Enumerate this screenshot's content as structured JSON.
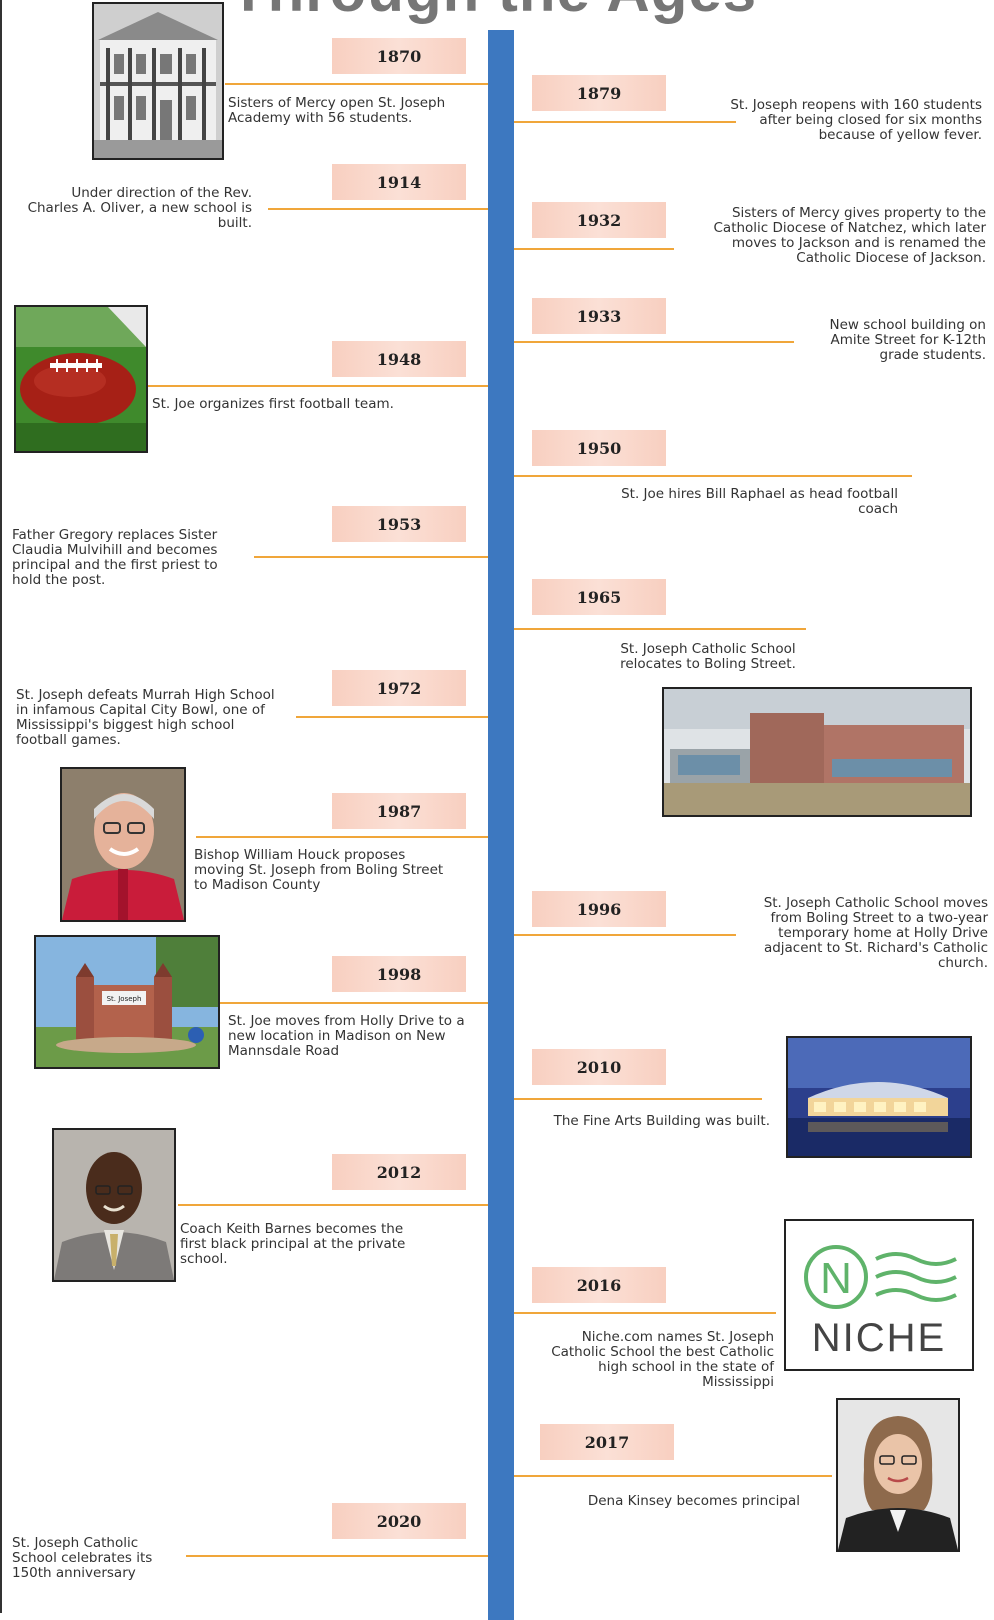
{
  "timeline": {
    "heading": "Through the Ages",
    "events": [
      {
        "year": "1870",
        "text": "Sisters of Mercy open St. Joseph Academy with 56 students."
      },
      {
        "year": "1879",
        "text": "St. Joseph reopens with 160 students after being closed for six months because of yellow fever."
      },
      {
        "year": "1914",
        "text": "Under direction of the Rev. Charles A. Oliver, a new school is built."
      },
      {
        "year": "1932",
        "text": "Sisters of Mercy gives property to the Catholic Diocese of Natchez, which later moves to Jackson and is renamed the Catholic Diocese of Jackson."
      },
      {
        "year": "1933",
        "text": "New school building on Amite Street for K-12th grade students."
      },
      {
        "year": "1948",
        "text": "St. Joe organizes first football team."
      },
      {
        "year": "1950",
        "text": "St. Joe hires Bill Raphael as head football coach"
      },
      {
        "year": "1953",
        "text": "Father Gregory replaces Sister Claudia Mulvihill and becomes principal and the first priest to hold the post."
      },
      {
        "year": "1965",
        "text": "St. Joseph Catholic School relocates to Boling Street."
      },
      {
        "year": "1972",
        "text": "St. Joseph defeats Murrah High School in infamous Capital City Bowl, one of Mississippi's biggest high school football games."
      },
      {
        "year": "1987",
        "text": "Bishop William Houck proposes moving St. Joseph from Boling Street to Madison County"
      },
      {
        "year": "1996",
        "text": "St. Joseph Catholic School moves from Boling Street to a two-year temporary home at Holly Drive adjacent to St. Richard's Catholic church."
      },
      {
        "year": "1998",
        "text": "St. Joe moves from Holly Drive to a new location in Madison on New Mannsdale Road"
      },
      {
        "year": "2010",
        "text": "The Fine Arts Building was built."
      },
      {
        "year": "2012",
        "text": "Coach Keith Barnes becomes the first black principal at the private school."
      },
      {
        "year": "2016",
        "text": "Niche.com names St. Joseph Catholic School the best Catholic high school in the state of Mississippi"
      },
      {
        "year": "2017",
        "text": "Dena Kinsey becomes principal"
      },
      {
        "year": "2020",
        "text": "St. Joseph Catholic School celebrates its 150th anniversary"
      }
    ]
  },
  "images": {
    "sign_text": "St. Joseph",
    "niche_letter": "N",
    "niche_word": "NICHE"
  },
  "colors": {
    "spine": "#3d78c0",
    "connector": "#f0a63a",
    "badge": "#f8cfc0"
  }
}
